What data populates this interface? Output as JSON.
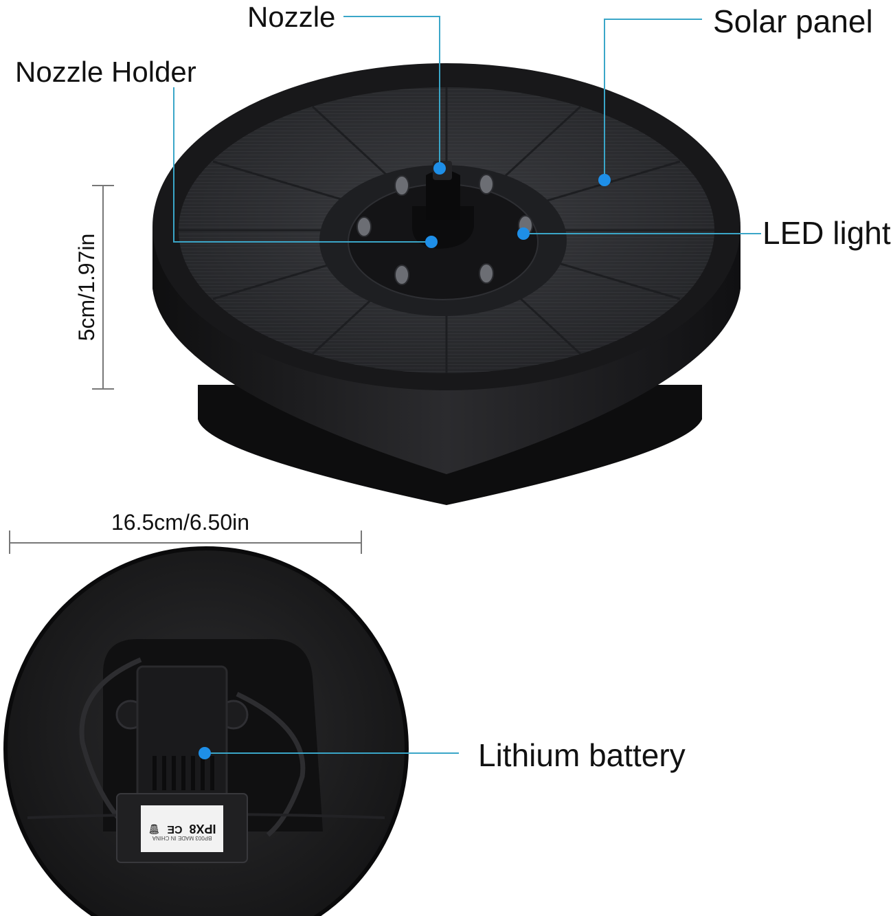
{
  "labels": {
    "nozzle": "Nozzle",
    "solar_panel": "Solar panel",
    "nozzle_holder": "Nozzle Holder",
    "led_light": "LED light",
    "lithium_battery": "Lithium battery"
  },
  "dimensions": {
    "height": "5cm/1.97in",
    "width": "16.5cm/6.50in"
  },
  "device_markings": {
    "rating": "IPX8",
    "model": "BP003",
    "origin": "MADE IN CHINA"
  },
  "colors": {
    "callout_line": "#3aa6c8",
    "callout_dot": "#1e8fe8",
    "device_body": "#1b1b1d",
    "panel": "#2a2b2e",
    "dimension_line": "#777777"
  },
  "icons": [
    "callout-dot-icon",
    "ce-mark-icon",
    "bin-icon"
  ]
}
